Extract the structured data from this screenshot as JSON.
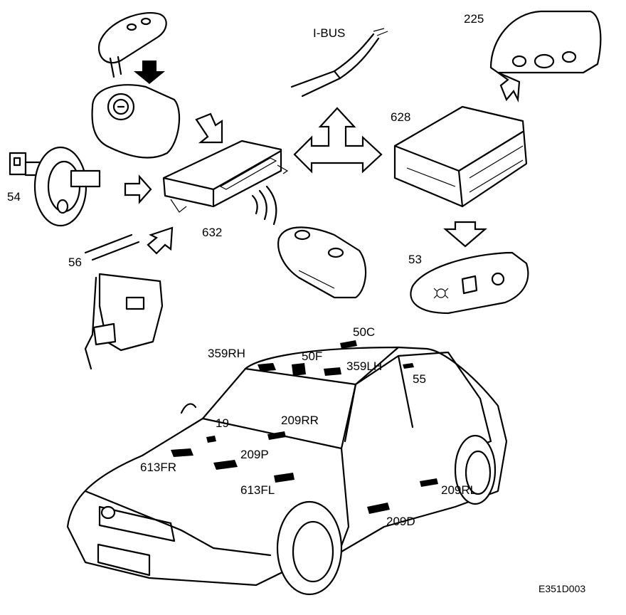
{
  "labels": {
    "ibus": "I-BUS",
    "c225": "225",
    "c628": "628",
    "c54": "54",
    "c632": "632",
    "c56": "56",
    "c53": "53",
    "c50c": "50C",
    "c359rh": "359RH",
    "c50f": "50F",
    "c359lh": "359LH",
    "c55": "55",
    "c19": "19",
    "c209rr": "209RR",
    "c613fr": "613FR",
    "c209p": "209P",
    "c613fl": "613FL",
    "c209rl": "209RL",
    "c209d": "209D"
  },
  "figure_ref": "E351D003"
}
